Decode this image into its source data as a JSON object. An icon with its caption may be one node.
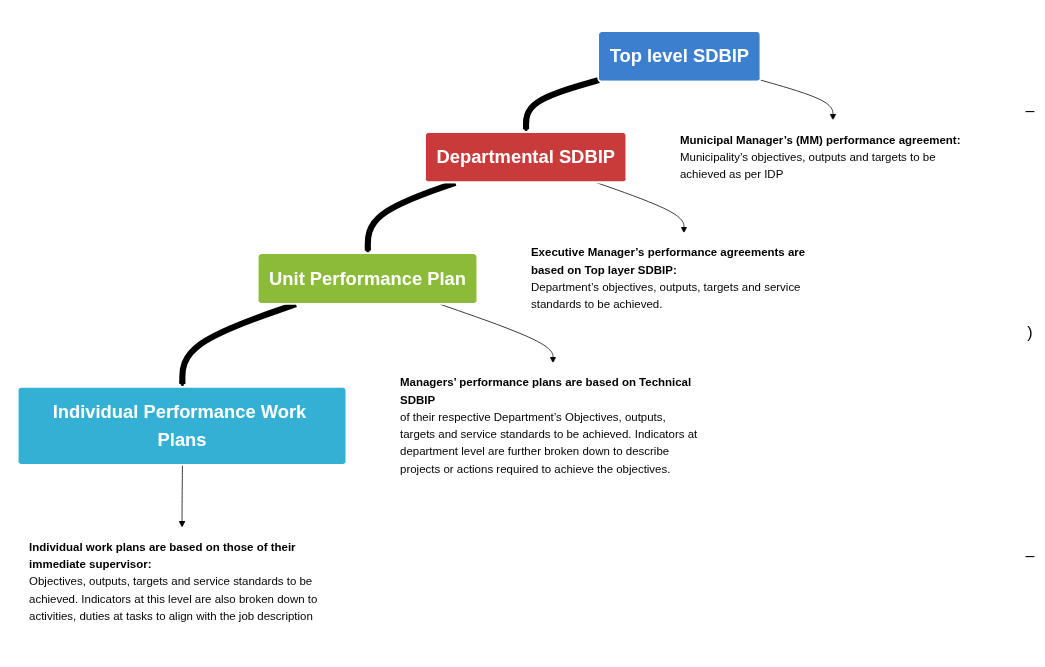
{
  "diagram": {
    "nodes": [
      {
        "text": [
          "Top level SDBIP"
        ]
      },
      {
        "text": [
          "Departmental SDBIP"
        ]
      },
      {
        "text": [
          "Unit Performance Plan"
        ]
      },
      {
        "text": [
          "Individual Performance Work Plans"
        ]
      },
      {
        "text": [
          "Municipal Manager’s (MM) performance agreement:",
          "Municipality’s objectives, outputs and targets to be achieved as per IDP"
        ]
      },
      {
        "text": [
          "Executive Manager’s performance agreements are based on Top layer SDBIP:",
          "Department’s objectives, outputs, targets and service standards to be achieved."
        ]
      },
      {
        "text": [
          "Managers’ performance plans are based on Technical SDBIP",
          "of their respective Department’s Objectives, outputs, targets and service standards to be achieved. Indicators at department level are further broken down to describe projects or actions required to achieve the objectives."
        ]
      },
      {
        "text": [
          "Individual work plans are based on those of their immediate supervisor:",
          "Objectives, outputs, targets and service standards to be achieved. Indicators at this level are also broken down to activities, duties at tasks to align with the job description"
        ]
      }
    ],
    "edges": [
      {
        "from": 0,
        "to": 1,
        "arrow": "to",
        "style": "thick"
      },
      {
        "from": 1,
        "to": 2,
        "arrow": "to",
        "style": "thick"
      },
      {
        "from": 2,
        "to": 3,
        "arrow": "to",
        "style": "thick"
      },
      {
        "from": 0,
        "to": 4,
        "arrow": "to"
      },
      {
        "from": 1,
        "to": 5,
        "arrow": "to"
      },
      {
        "from": 2,
        "to": 6,
        "arrow": "to"
      },
      {
        "from": 3,
        "to": 7,
        "arrow": "to"
      }
    ],
    "labels": [
      "–",
      ")",
      "–"
    ]
  }
}
